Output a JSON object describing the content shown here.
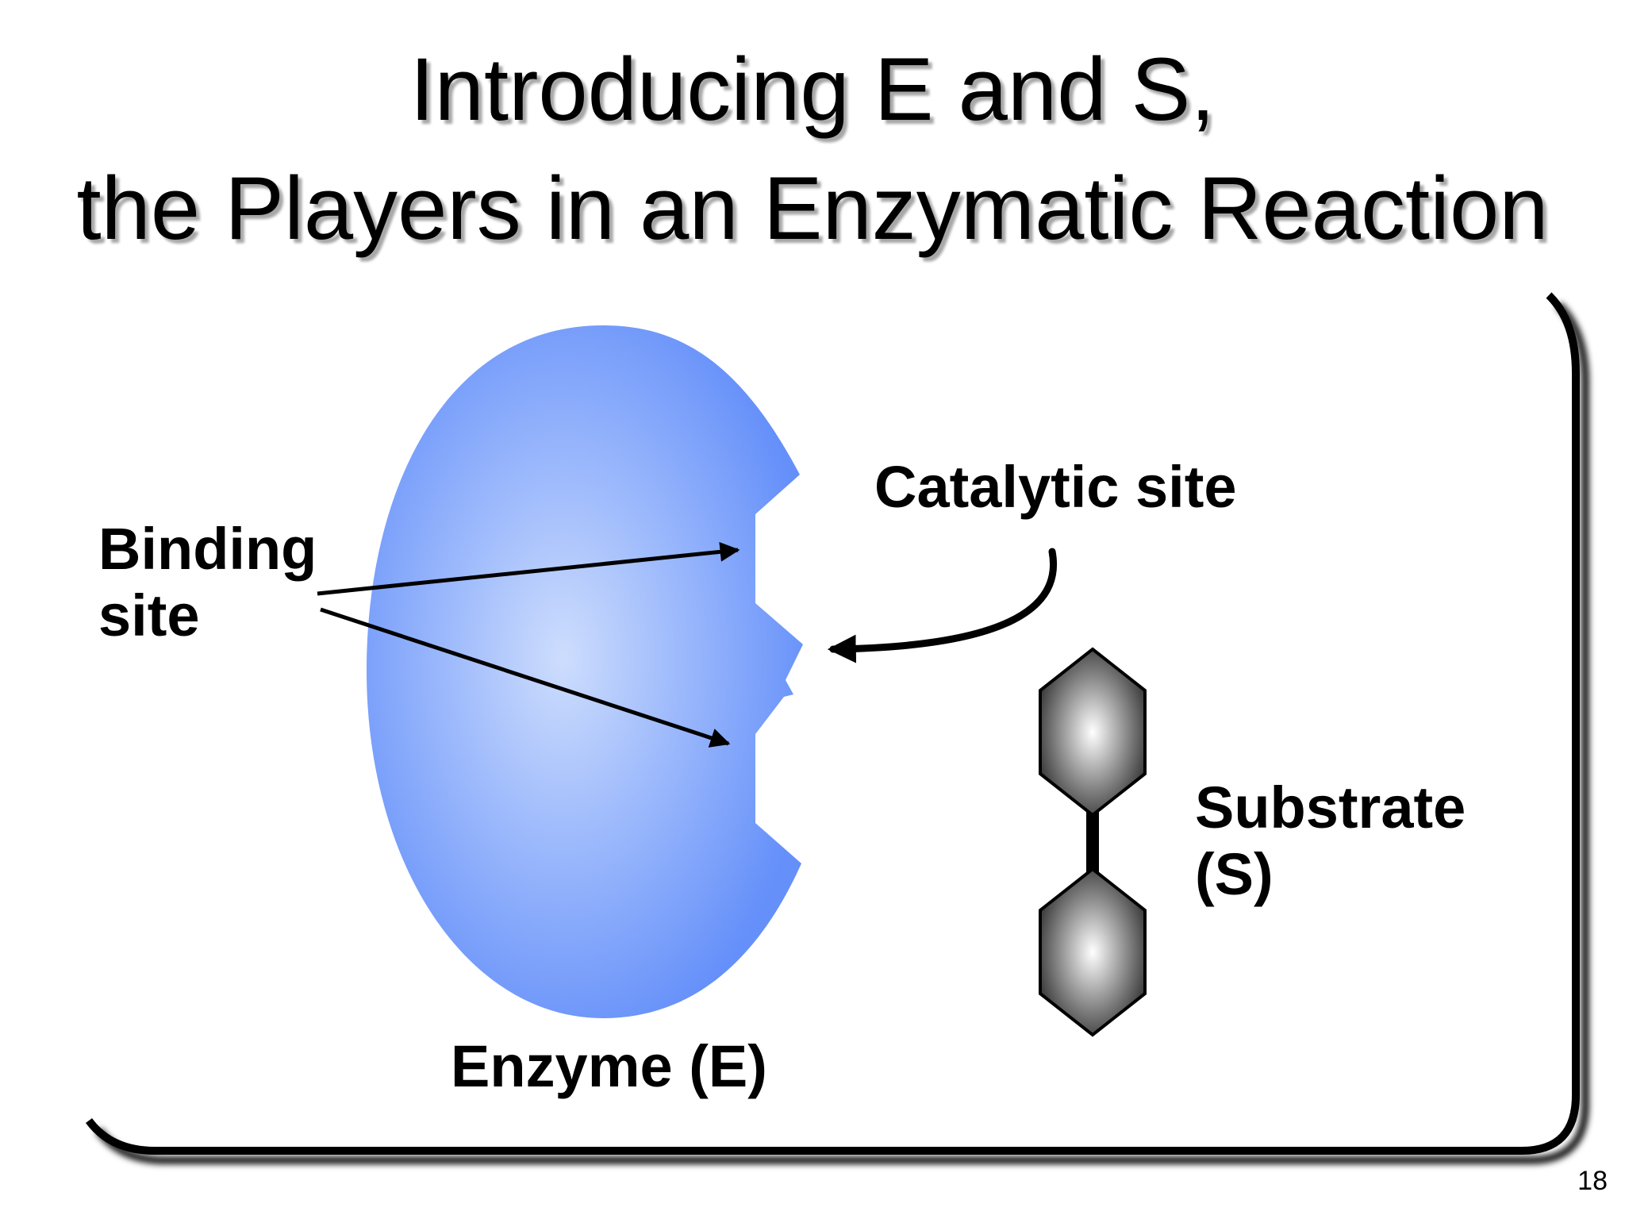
{
  "slide": {
    "title_line1": "Introducing E and S,",
    "title_line2": "the Players in an Enzymatic Reaction",
    "page_number": "18"
  },
  "labels": {
    "binding_line1": "Binding",
    "binding_line2": "site",
    "catalytic": "Catalytic site",
    "substrate_line1": "Substrate",
    "substrate_line2": "(S)",
    "enzyme": "Enzyme (E)"
  },
  "colors": {
    "enzyme_center": "#cdddfd",
    "enzyme_edge": "#6590fa",
    "substrate_center": "#ffffff",
    "substrate_edge": "#3a3a3a",
    "outline": "#000000"
  }
}
